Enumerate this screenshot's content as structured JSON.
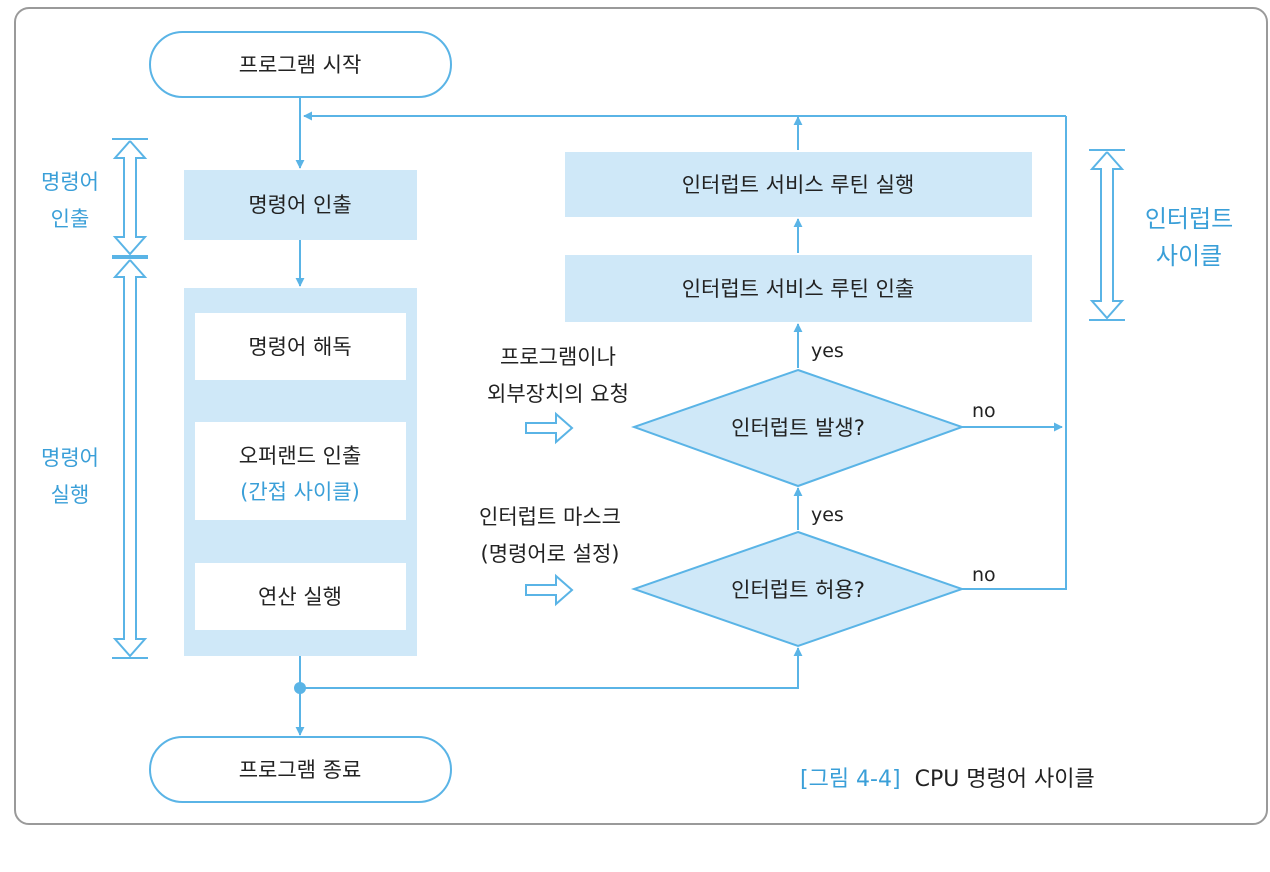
{
  "nodes": {
    "start": "프로그램 시작",
    "end": "프로그램 종료",
    "fetch": "명령어 인출",
    "decode": "명령어 해독",
    "operand_fetch": "오퍼랜드 인출",
    "indirect_cycle": "(간접 사이클)",
    "execute": "연산 실행",
    "isr_fetch": "인터럽트 서비스 루틴 인출",
    "isr_execute": "인터럽트 서비스 루틴 실행",
    "interrupt_occurred": "인터럽트 발생?",
    "interrupt_enabled": "인터럽트 허용?"
  },
  "phases": {
    "fetch_line1": "명령어",
    "fetch_line2": "인출",
    "execute_line1": "명령어",
    "execute_line2": "실행",
    "interrupt_line1": "인터럽트",
    "interrupt_line2": "사이클"
  },
  "notes": {
    "request_line1": "프로그램이나",
    "request_line2": "외부장치의 요청",
    "mask_line1": "인터럽트 마스크",
    "mask_line2": "(명령어로 설정)"
  },
  "edges": {
    "yes_top": "yes",
    "no_top": "no",
    "yes_bottom": "yes",
    "no_bottom": "no"
  },
  "caption": {
    "figure_label": "[그림 4-4]",
    "title": "CPU 명령어 사이클"
  },
  "colors": {
    "line": "#5ab4e6",
    "box_fill": "#cfe8f8",
    "accent_text": "#3a9fd8",
    "frame": "#9a9a9a"
  }
}
